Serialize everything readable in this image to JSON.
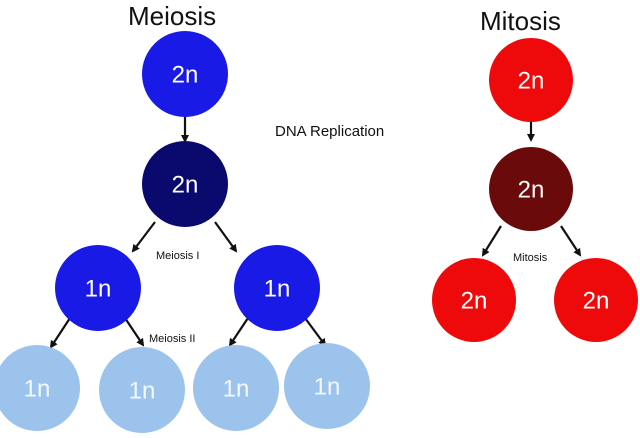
{
  "meiosis": {
    "title": "Meiosis",
    "stage1": "Meiosis I",
    "stage2": "Meiosis II",
    "cells": {
      "top": "2n",
      "replicated": "2n",
      "left": "1n",
      "right": "1n",
      "g1": "1n",
      "g2": "1n",
      "g3": "1n",
      "g4": "1n"
    }
  },
  "mitosis": {
    "title": "Mitosis",
    "stage": "Mitosis",
    "cells": {
      "top": "2n",
      "replicated": "2n",
      "left": "2n",
      "right": "2n"
    }
  },
  "dna_replication": "DNA Replication",
  "colors": {
    "meiosis_cell": "#1a1ae6",
    "meiosis_replicated": "#0a0a6e",
    "gamete": "#9cc3ec",
    "mitosis_cell": "#ee0a0a",
    "mitosis_replicated": "#6a0a0a",
    "label_light": "#ffffff",
    "label_gamete": "#f4f8ff"
  }
}
